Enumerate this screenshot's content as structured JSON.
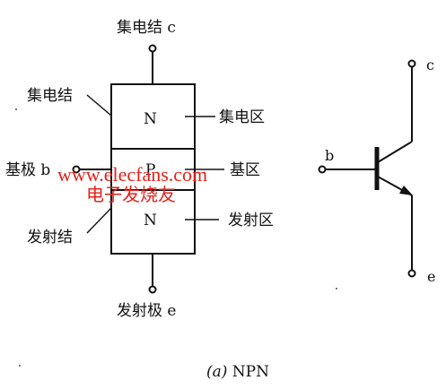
{
  "npn_structure": {
    "collector_terminal_label": "集电结 c",
    "collector_junction_label": "集电结",
    "collector_region_letter": "N",
    "collector_region_label": "集电区",
    "base_terminal_label": "基极 b",
    "base_region_letter": "P",
    "base_region_label": "基区",
    "emitter_region_letter": "N",
    "emitter_region_label": "发射区",
    "emitter_junction_label": "发射结",
    "emitter_terminal_label": "发射极 e"
  },
  "symbol": {
    "collector_label": "c",
    "base_label": "b",
    "emitter_label": "e"
  },
  "caption": {
    "prefix": "(a)",
    "text": " NPN"
  },
  "watermark": {
    "url": "www.elecfans.com",
    "site": "电子发烧友",
    "color": "#e8201a"
  }
}
